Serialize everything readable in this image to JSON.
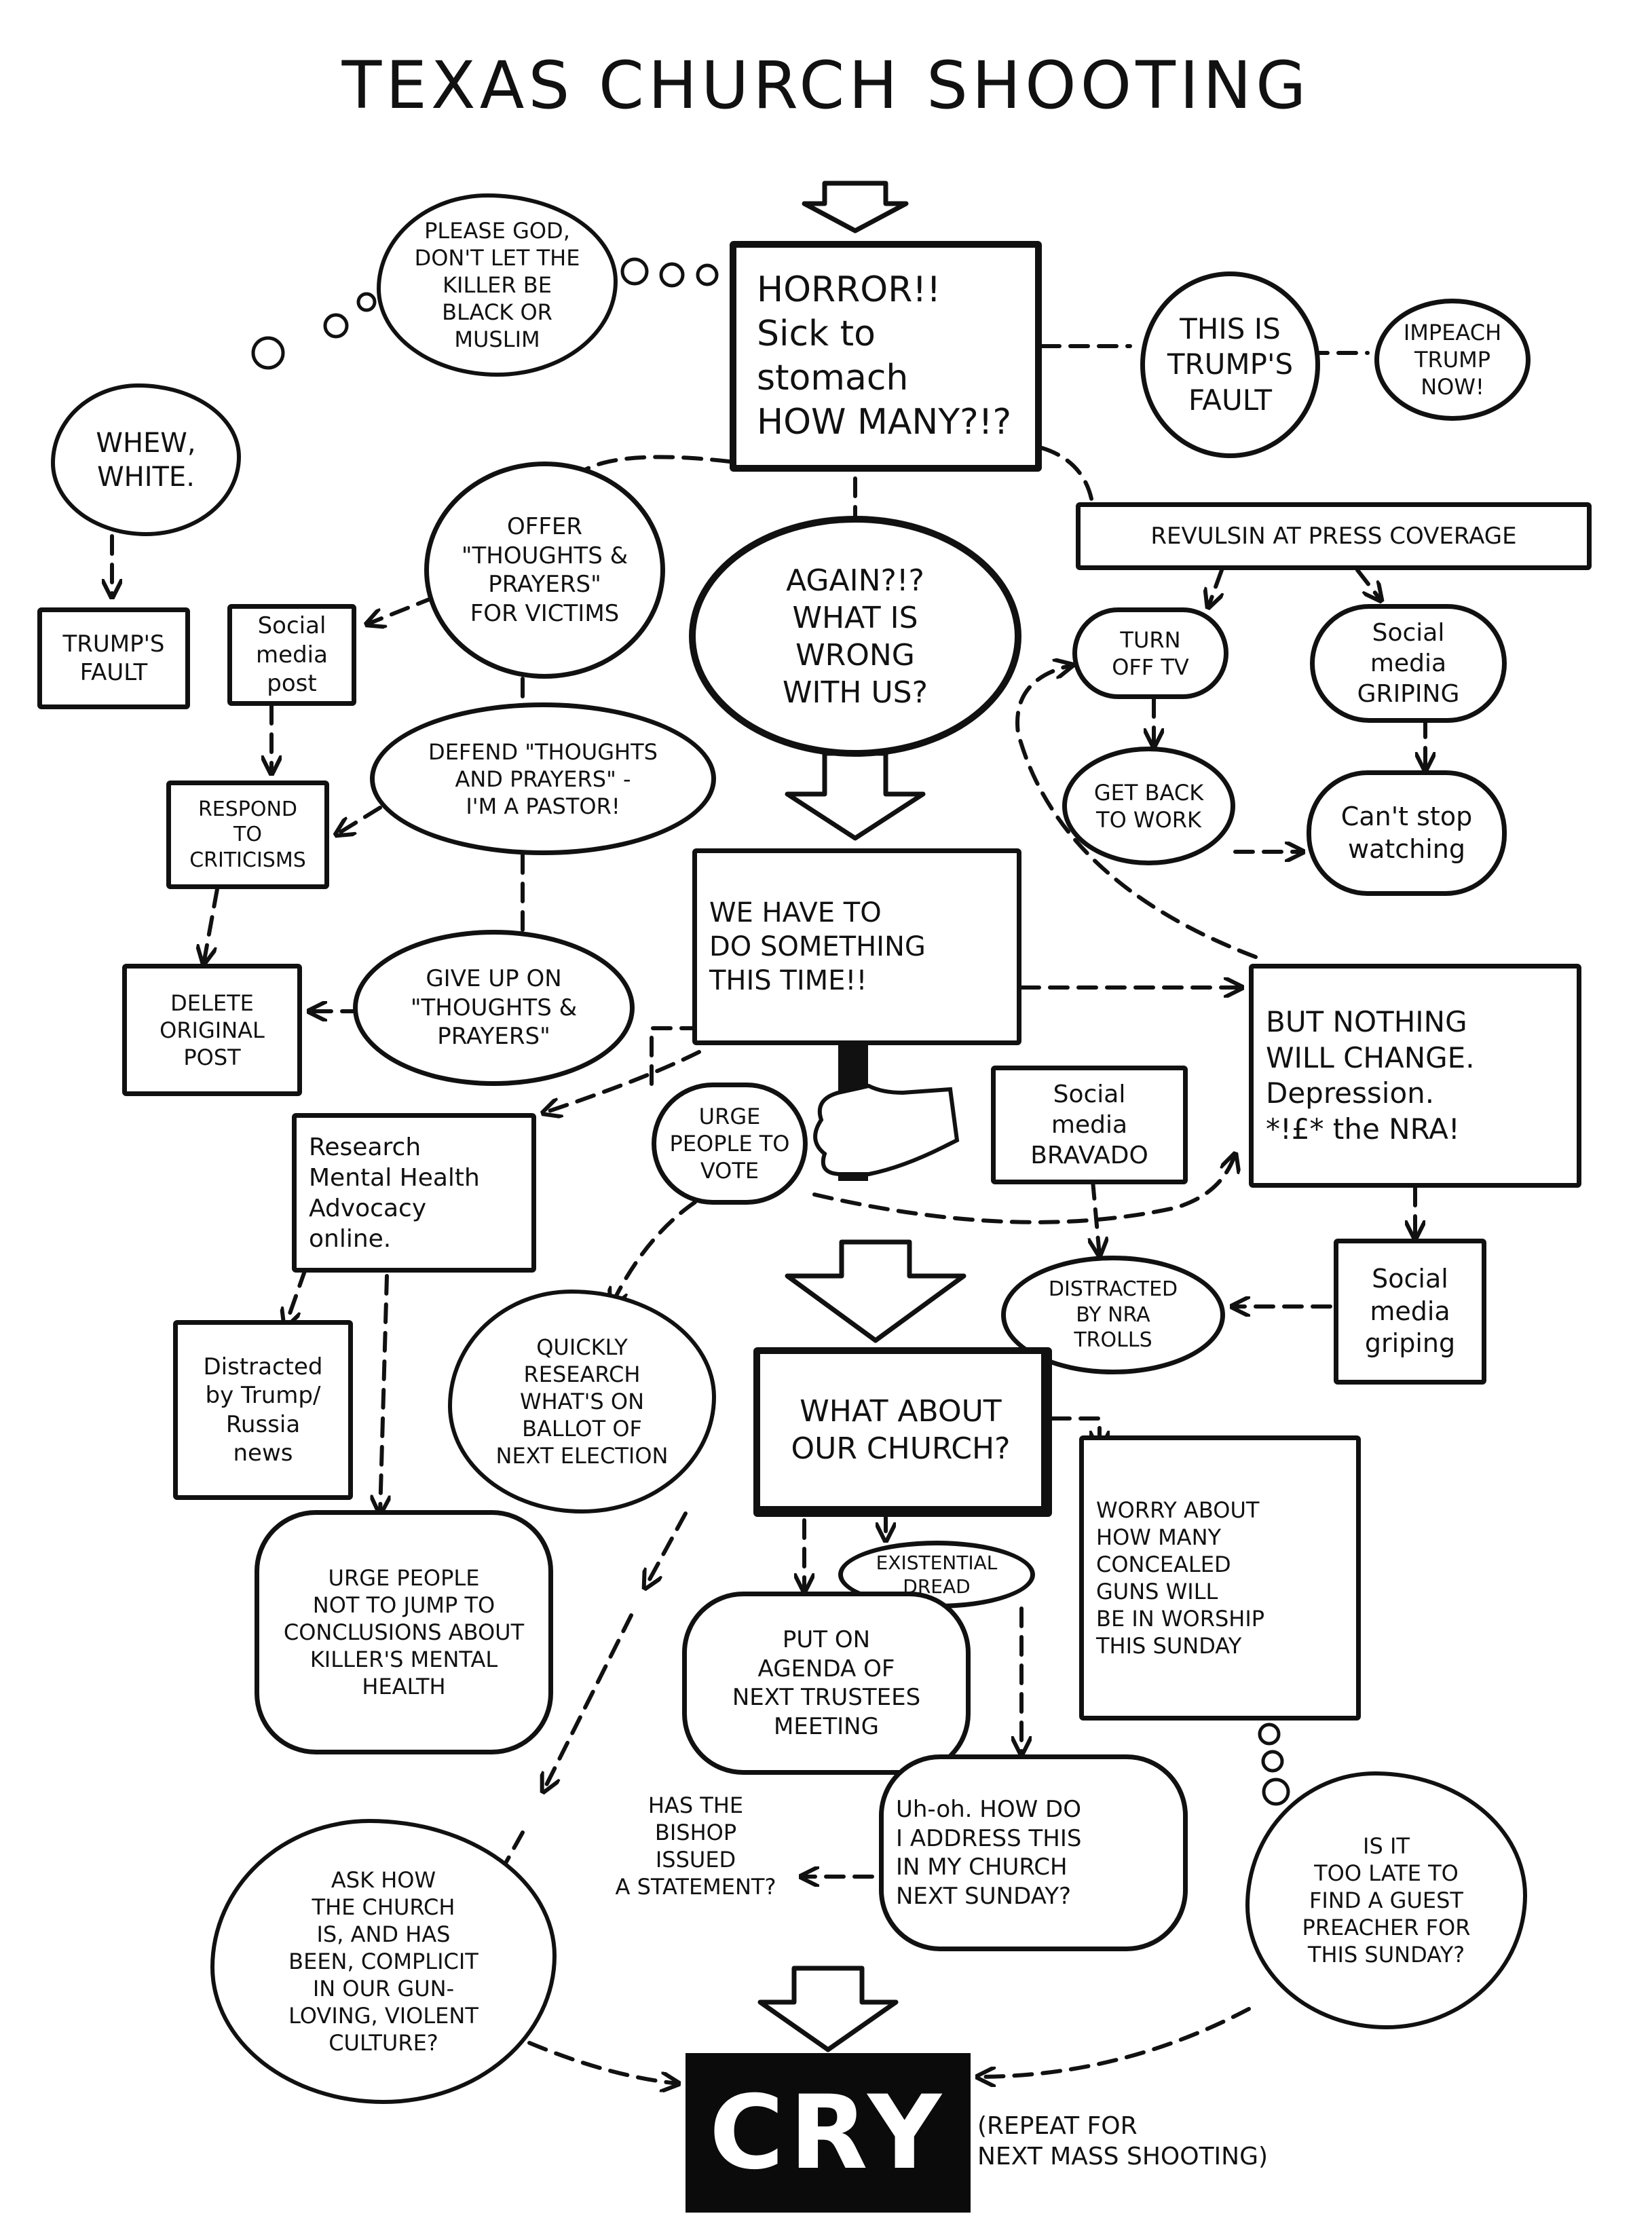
{
  "title": "TEXAS CHURCH SHOOTING",
  "nodes": {
    "horror": "HORROR!!\nSick to stomach\nHOW MANY?!?",
    "please_god": "PLEASE GOD,\nDON'T LET THE\nKILLER BE\nBLACK OR\nMUSLIM",
    "whew": "WHEW,\nWHITE.",
    "trumps_fault_left": "TRUMP'S\nFAULT",
    "this_is_trumps_fault": "THIS IS\nTRUMP'S\nFAULT",
    "impeach": "IMPEACH\nTRUMP\nNOW!",
    "offer_tp": "OFFER\n\"THOUGHTS &\nPRAYERS\"\nFOR VICTIMS",
    "social_media_post": "Social\nmedia\npost",
    "again": "AGAIN?!?\nWHAT IS\nWRONG\nWITH US?",
    "revulsion": "REVULSIN AT PRESS COVERAGE",
    "turn_off_tv": "TURN\nOFF TV",
    "social_griping_top": "Social\nmedia\nGRIPING",
    "defend_tp": "DEFEND \"THOUGHTS\nAND PRAYERS\" -\nI'M A PASTOR!",
    "respond": "RESPOND\nTO\nCRITICISMS",
    "get_back": "GET BACK\nTO WORK",
    "cant_stop": "Can't stop\nwatching",
    "we_have_to": "WE HAVE TO\nDO SOMETHING\nTHIS TIME!!",
    "give_up_tp": "GIVE UP ON\n\"THOUGHTS &\nPRAYERS\"",
    "delete_post": "DELETE\nORIGINAL\nPOST",
    "nothing_change": "BUT NOTHING\nWILL CHANGE.\nDepression.\n*!£* the NRA!",
    "research_mh": "Research\nMental Health\nAdvocacy\nonline.",
    "urge_vote": "URGE\nPEOPLE TO\nVOTE",
    "social_bravado": "Social\nmedia\nBRAVADO",
    "social_griping_right": "Social\nmedia\ngriping",
    "distracted_nra": "DISTRACTED\nBY NRA\nTROLLS",
    "distracted_trump": "Distracted\nby Trump/\nRussia\nnews",
    "quickly_research": "QUICKLY\nRESEARCH\nWHAT'S ON\nBALLOT OF\nNEXT ELECTION",
    "what_about": "WHAT ABOUT\nOUR CHURCH?",
    "worry": "WORRY ABOUT\nHOW MANY\nCONCEALED\nGUNS WILL\nBE IN WORSHIP\nTHIS SUNDAY",
    "urge_not_jump": "URGE PEOPLE\nNOT TO JUMP TO\nCONCLUSIONS ABOUT\nKILLER'S MENTAL\nHEALTH",
    "existential": "EXISTENTIAL\nDREAD",
    "put_agenda": "PUT ON\nAGENDA OF\nNEXT TRUSTEES\nMEETING",
    "uh_oh": "Uh-oh. HOW DO\nI ADDRESS THIS\nIN MY CHURCH\nNEXT SUNDAY?",
    "bishop": "HAS THE\nBISHOP\nISSUED\nA STATEMENT?",
    "too_late": "IS IT\nTOO LATE TO\nFIND A GUEST\nPREACHER FOR\nTHIS SUNDAY?",
    "ask_church": "ASK HOW\nTHE CHURCH\nIS, AND HAS\nBEEN, COMPLICIT\nIN OUR GUN-\nLOVING, VIOLENT\nCULTURE?",
    "cry": "CRY",
    "repeat": "(REPEAT FOR\nNEXT MASS SHOOTING)"
  }
}
